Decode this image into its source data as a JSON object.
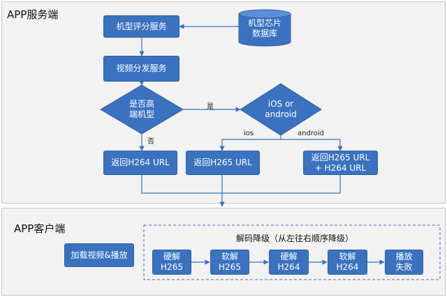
{
  "server": {
    "title": "APP服务端",
    "nodes": {
      "rating_service": "机型评分服务",
      "chip_db": "机型芯片\n数据库",
      "video_dispatch": "视频分发服务",
      "high_end_decision": "是否高\n端机型",
      "platform_decision": "iOS or\nandroid",
      "return_h264": "返回H264 URL",
      "return_h265": "返回H265 URL",
      "return_both": "返回H265 URL\n+ H264 URL"
    },
    "edges": {
      "yes": "是",
      "no": "否",
      "ios": "ios",
      "android": "android"
    }
  },
  "client": {
    "title": "APP客户端",
    "load_play": "加载视频&播放",
    "fallback_group": {
      "title": "解码降级（从左往右顺序降级）",
      "steps": [
        "硬解\nH265",
        "软解\nH265",
        "硬解\nH264",
        "软解\nH264",
        "播放\n失败"
      ]
    }
  },
  "colors": {
    "node_fill": "#3a72c0",
    "line": "#3a72c0",
    "panel": "#f2f2f2"
  }
}
